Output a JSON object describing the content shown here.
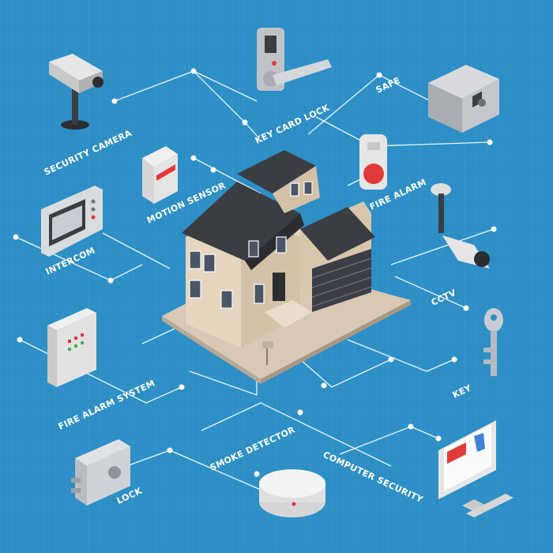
{
  "labels": {
    "security_camera": "SECURITY CAMERA",
    "key_card_lock": "KEY CARD LOCK",
    "safe": "SAFE",
    "motion_sensor": "MOTION SENSOR",
    "fire_alarm": "FIRE ALARM",
    "intercom": "INTERCOM",
    "cctv": "CCTV",
    "fire_alarm_system": "FIRE ALARM SYSTEM",
    "key": "KEY",
    "smoke_detector": "SMOKE DETECTOR",
    "computer_security": "COMPUTER SECURITY",
    "lock": "LOCK"
  },
  "colors": {
    "background": "#2d8fc6",
    "grid": "#4aa3d4",
    "wire": "#ffffff",
    "roof": "#3a3d42",
    "wall": "#e6d6bf",
    "alarm_red": "#e23a3a"
  }
}
